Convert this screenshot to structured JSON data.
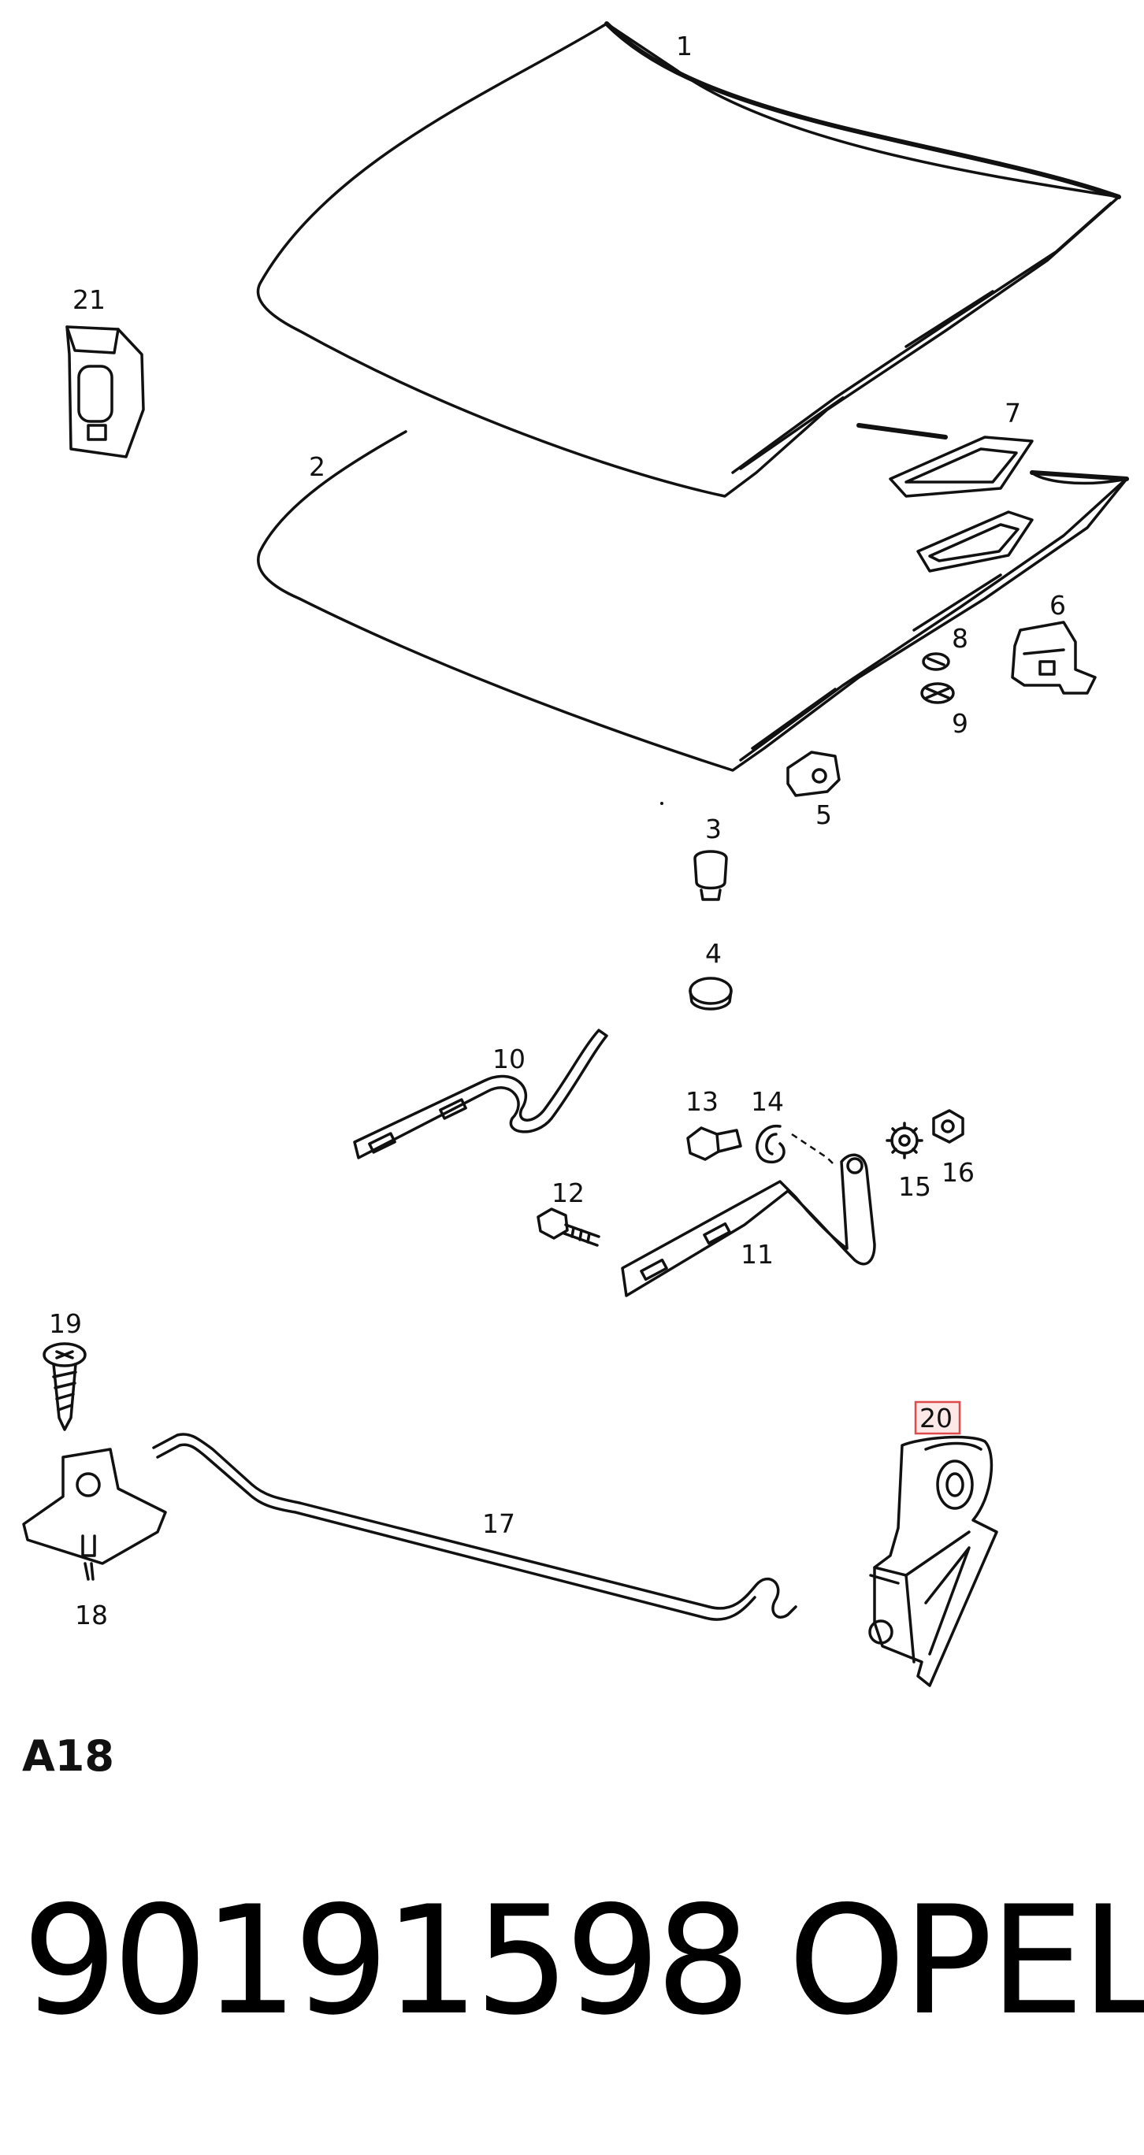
{
  "diagram": {
    "section_code": "A18",
    "part_number": "90191598",
    "brand": "OPEL",
    "highlighted_callout": "20",
    "colors": {
      "line": "#111111",
      "highlight_fill": "#fde8e8",
      "highlight_stroke": "#e04a4a"
    }
  },
  "callouts": {
    "c1": "1",
    "c2": "2",
    "c3": "3",
    "c4": "4",
    "c5": "5",
    "c6": "6",
    "c7": "7",
    "c8": "8",
    "c9": "9",
    "c10": "10",
    "c11": "11",
    "c12": "12",
    "c13": "13",
    "c14": "14",
    "c15": "15",
    "c16": "16",
    "c17": "17",
    "c18": "18",
    "c19": "19",
    "c20": "20",
    "c21": "21"
  }
}
